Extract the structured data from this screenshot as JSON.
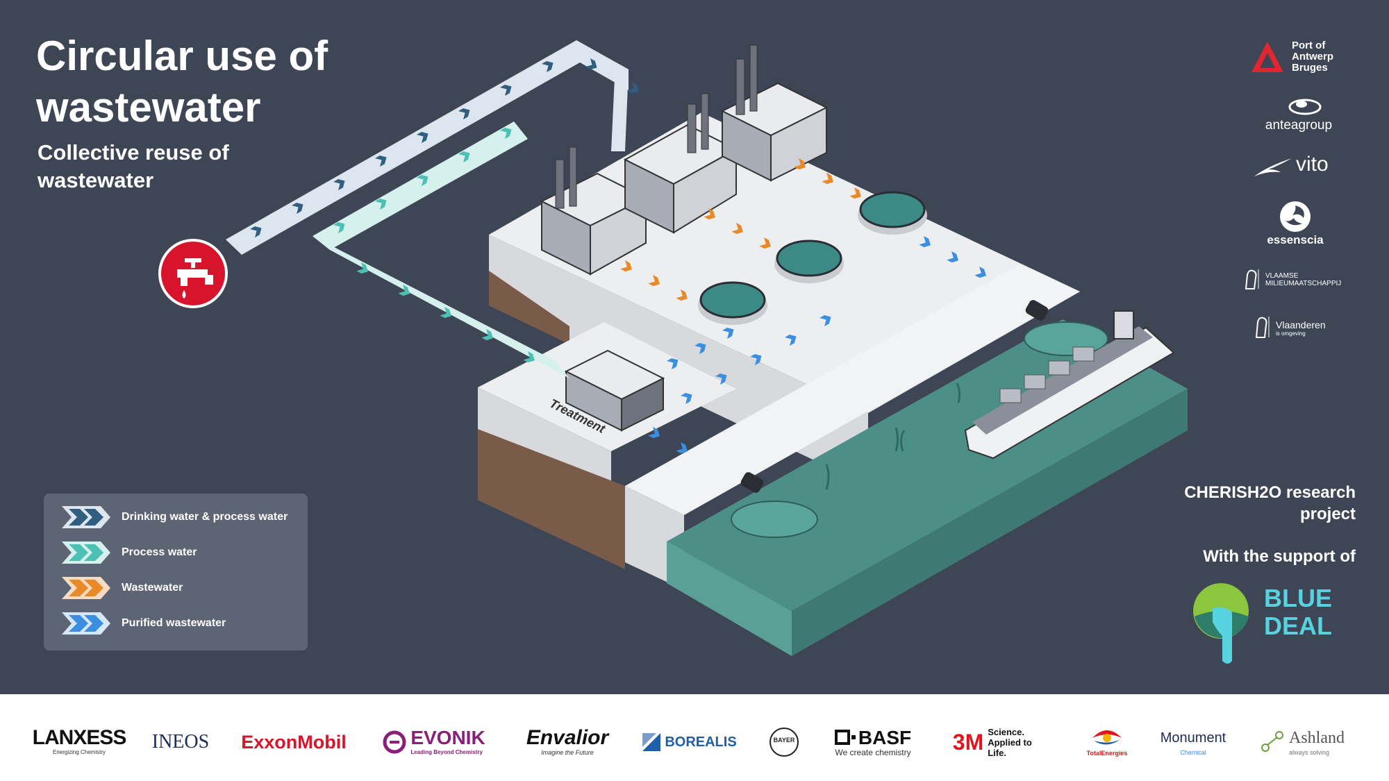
{
  "header": {
    "title": "Circular use of wastewater",
    "subtitle": "Collective reuse of wastewater"
  },
  "diagram": {
    "treatment_label": "Treatment"
  },
  "legend": {
    "items": [
      {
        "label": "Drinking water & process water",
        "color": "#2f5e80",
        "fill": "#dde6ee"
      },
      {
        "label": "Process water",
        "color": "#4cc1b3",
        "fill": "#d6f1ed"
      },
      {
        "label": "Wastewater",
        "color": "#e88a2a",
        "fill": "#f6dcc2"
      },
      {
        "label": "Purified wastewater",
        "color": "#3b8ee0",
        "fill": "#d6e8f8"
      }
    ]
  },
  "partners": {
    "port": "Port of Antwerp Bruges",
    "antea": "anteagroup",
    "vito": "vito",
    "essenscia": "essenscia",
    "vmm": "VLAAMSE MILIEUMAATSCHAPPIJ",
    "vlaanderen": "Vlaanderen",
    "vlaanderen_sub": "is omgeving"
  },
  "project": {
    "name": "CHERISH2O research project",
    "support": "With the support of",
    "blue_deal_line1": "BLUE",
    "blue_deal_line2": "DEAL"
  },
  "sponsors": [
    {
      "name": "LANXESS",
      "sub": "Energizing Chemistry"
    },
    {
      "name": "INEOS",
      "sub": ""
    },
    {
      "name": "ExxonMobil",
      "sub": ""
    },
    {
      "name": "EVONIK",
      "sub": "Leading Beyond Chemistry"
    },
    {
      "name": "Envalior",
      "sub": "Imagine the Future"
    },
    {
      "name": "BOREALIS",
      "sub": ""
    },
    {
      "name": "BAYER",
      "sub": ""
    },
    {
      "name": "BASF",
      "sub": "We create chemistry"
    },
    {
      "name": "3M",
      "sub": "Science. Applied to Life."
    },
    {
      "name": "TotalEnergies",
      "sub": ""
    },
    {
      "name": "Monument",
      "sub": "Chemical"
    },
    {
      "name": "Ashland",
      "sub": "always solving"
    }
  ],
  "colors": {
    "background": "#3e4555",
    "tap_red": "#d7142b",
    "port_red": "#e0272f",
    "blue_deal": "#56d3df"
  }
}
